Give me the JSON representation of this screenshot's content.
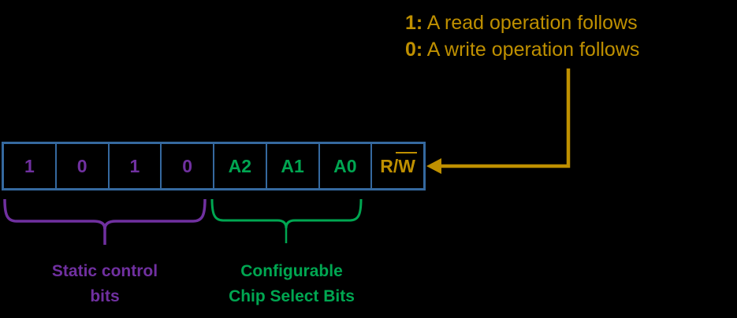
{
  "annotation": {
    "line1_prefix": "1:",
    "line1_text": " A read operation follows",
    "line2_prefix": "0:",
    "line2_text": " A write operation follows"
  },
  "register": {
    "cells": [
      {
        "label": "1"
      },
      {
        "label": "0"
      },
      {
        "label": "1"
      },
      {
        "label": "0"
      },
      {
        "label": "A2"
      },
      {
        "label": "A1"
      },
      {
        "label": "A0"
      }
    ],
    "rw_cell": {
      "pre": "R/",
      "over": "W"
    }
  },
  "groups": {
    "static": {
      "line1": "Static control",
      "line2": "bits"
    },
    "chip_select": {
      "line1": "Configurable",
      "line2": "Chip Select Bits"
    }
  },
  "colors": {
    "gold": "#BF9000",
    "purple": "#7030A0",
    "green": "#00A651",
    "box_border_blue": "#35699F",
    "background": "#000000"
  }
}
